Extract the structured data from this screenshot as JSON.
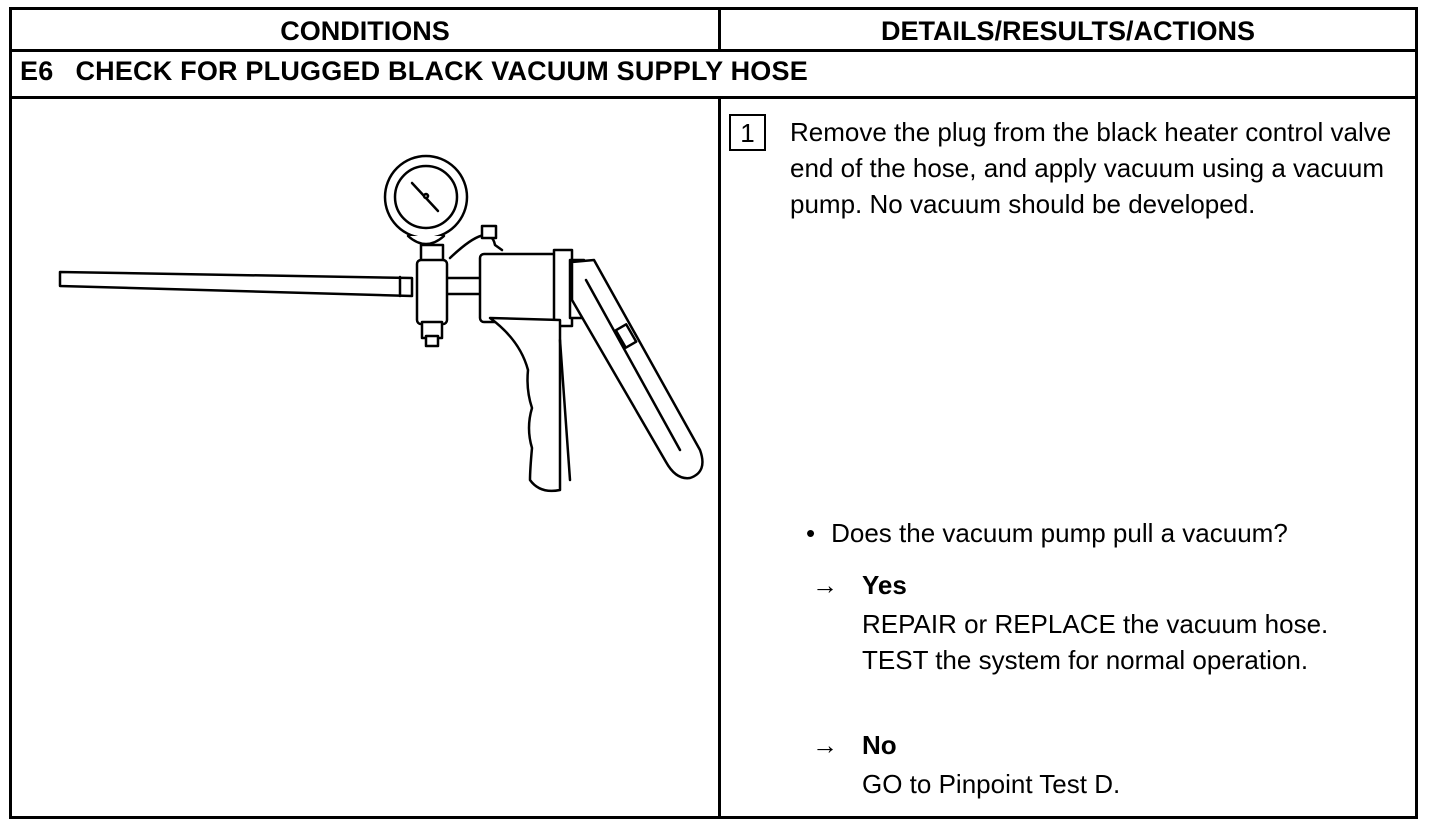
{
  "header": {
    "conditions_label": "CONDITIONS",
    "details_label": "DETAILS/RESULTS/ACTIONS"
  },
  "test": {
    "code": "E6",
    "title": "CHECK FOR PLUGGED BLACK VACUUM SUPPLY HOSE"
  },
  "illustration": {
    "icon": "vacuum-pump-icon"
  },
  "step": {
    "number": "1",
    "text": "Remove the plug from the black heater control valve end of the hose, and apply vacuum using a vacuum pump. No vacuum should be developed."
  },
  "question": {
    "bullet": "•",
    "text": "Does the vacuum pump pull a vacuum?"
  },
  "answers": [
    {
      "arrow": "→",
      "label": "Yes",
      "text": "REPAIR or REPLACE the vacuum hose. TEST the system for normal operation."
    },
    {
      "arrow": "→",
      "label": "No",
      "text": "GO to Pinpoint Test D."
    }
  ]
}
